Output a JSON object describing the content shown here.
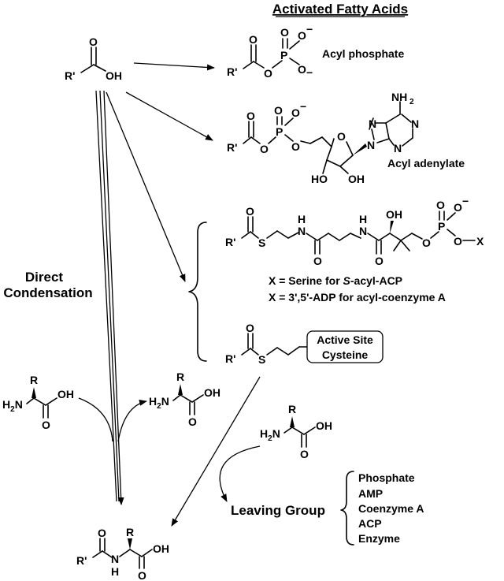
{
  "title": "Activated Fatty Acids",
  "atoms": {
    "r_prime": "R'",
    "o": "O",
    "oh": "OH",
    "p": "P",
    "n": "N",
    "h": "H",
    "s": "S",
    "x": "X",
    "r": "R",
    "nh2": "NH",
    "h2n": "H",
    "two": "2",
    "minus": "−",
    "ho": "HO"
  },
  "products": {
    "acyl_phosphate": "Acyl phosphate",
    "acyl_adenylate": "Acyl adenylate",
    "x_serine_prefix": "X = Serine for ",
    "x_serine_italic": "S",
    "x_serine_suffix": "-acyl-ACP",
    "x_coa": "X = 3',5'-ADP for acyl-coenzyme A",
    "active_site_line1": "Active Site",
    "active_site_line2": "Cysteine"
  },
  "pathway": {
    "direct_condensation_line1": "Direct",
    "direct_condensation_line2": "Condensation",
    "leaving_group": "Leaving Group"
  },
  "leaving_groups": [
    "Phosphate",
    "AMP",
    "Coenzyme A",
    "ACP",
    "Enzyme"
  ]
}
